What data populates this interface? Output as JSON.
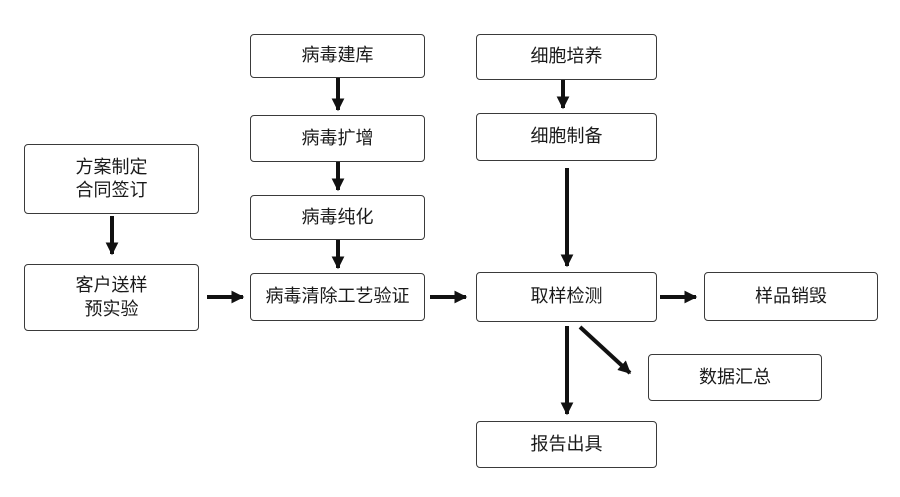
{
  "nodes": {
    "plan": [
      "方案制定",
      "合同签订"
    ],
    "sample": [
      "客户送样",
      "预实验"
    ],
    "lib": "病毒建库",
    "amp": "病毒扩增",
    "purify": "病毒纯化",
    "validate": "病毒清除工艺验证",
    "culture": "细胞培养",
    "prep": "细胞制备",
    "test": "取样检测",
    "destroy": "样品销毁",
    "summary": "数据汇总",
    "report": "报告出具"
  },
  "colors": {
    "stroke": "#3a3a3a",
    "arrow": "#111111",
    "text": "#1a1a1a"
  }
}
